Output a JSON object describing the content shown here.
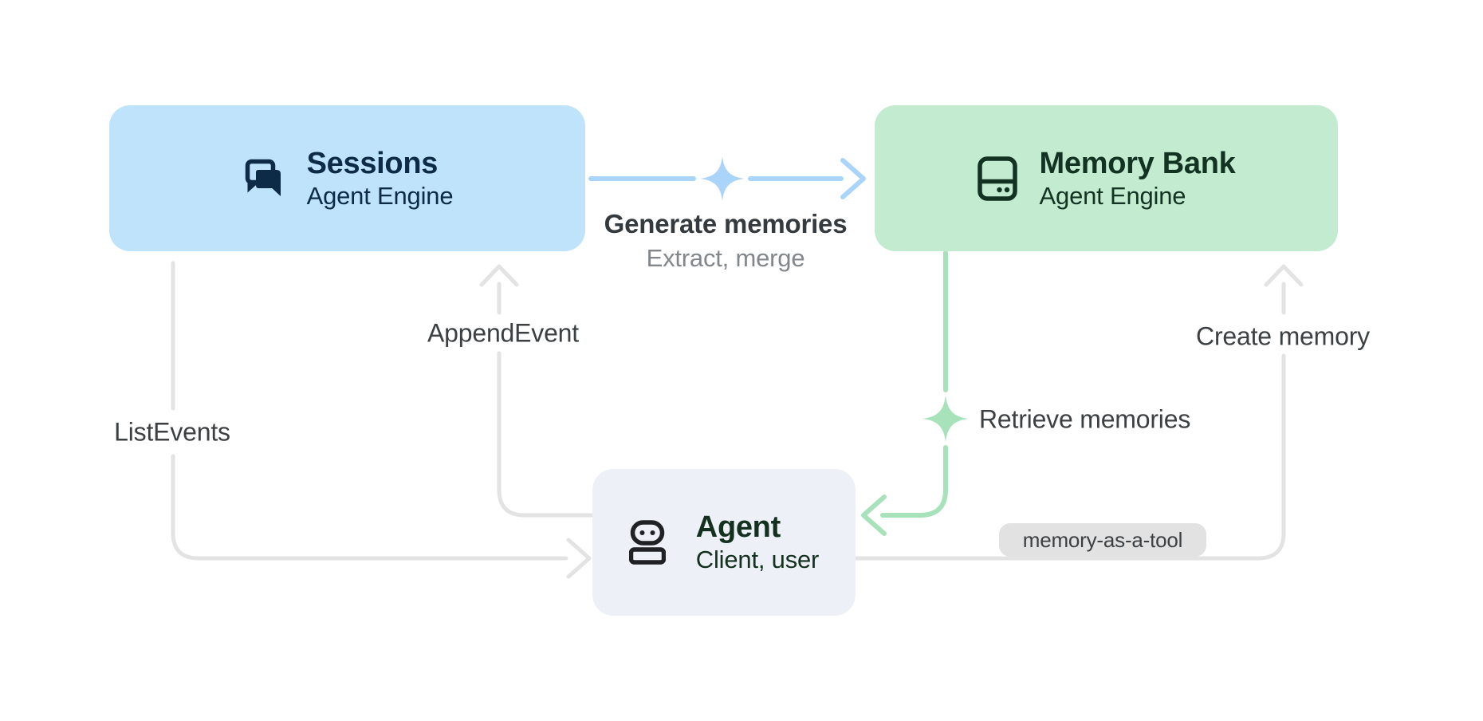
{
  "canvas": {
    "background": "#ffffff"
  },
  "nodes": {
    "sessions": {
      "title": "Sessions",
      "subtitle": "Agent Engine",
      "icon": "chat-bubbles-icon",
      "bg": "#bee3fa",
      "fg": "#0d2b47"
    },
    "memory_bank": {
      "title": "Memory Bank",
      "subtitle": "Agent Engine",
      "icon": "storage-icon",
      "bg": "#c3ebd0",
      "fg": "#123322"
    },
    "agent": {
      "title": "Agent",
      "subtitle": "Client, user",
      "icon": "robot-icon",
      "bg": "#edf1f7",
      "fg": "#14301e",
      "icon_color": "#202124"
    }
  },
  "edges": {
    "generate_memories": {
      "label": "Generate memories",
      "sublabel": "Extract, merge",
      "color": "#abd5f8",
      "from": "Sessions",
      "to": "Memory Bank"
    },
    "retrieve_memories": {
      "label": "Retrieve memories",
      "color": "#a8e2ba",
      "from": "Memory Bank",
      "to": "Agent"
    },
    "append_event": {
      "label": "AppendEvent",
      "color": "#e3e3e3",
      "from": "Agent",
      "to": "Sessions"
    },
    "list_events": {
      "label": "ListEvents",
      "color": "#e3e3e3",
      "from": "Sessions",
      "to": "Agent"
    },
    "create_memory": {
      "label": "Create memory",
      "color": "#e3e3e3",
      "from": "Agent",
      "to": "Memory Bank"
    },
    "memory_as_a_tool": {
      "label": "memory-as-a-tool",
      "bg": "#e2e2e2",
      "fg": "#3c4043"
    }
  },
  "text_colors": {
    "label": "#3c4043",
    "sublabel": "#82878c"
  }
}
